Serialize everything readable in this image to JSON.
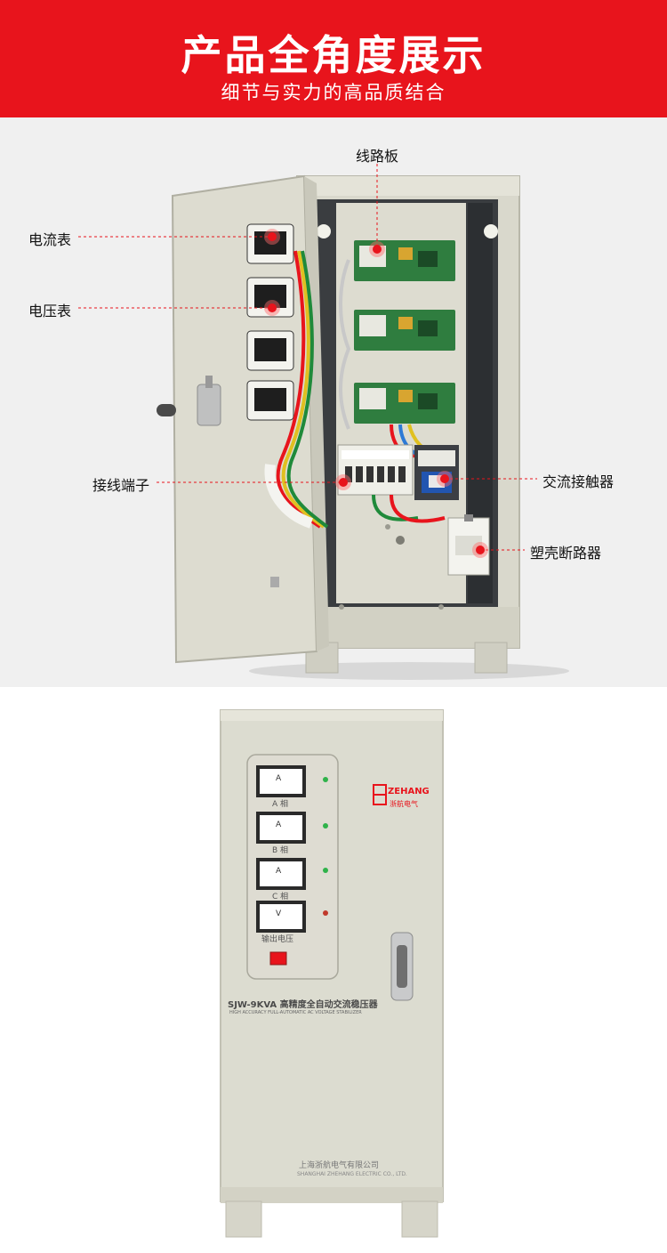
{
  "header": {
    "title": "产品全角度展示",
    "subtitle": "细节与实力的高品质结合"
  },
  "interior": {
    "callouts": {
      "circuit_board": "线路板",
      "ammeter": "电流表",
      "voltmeter": "电压表",
      "terminal_block": "接线端子",
      "ac_contactor": "交流接触器",
      "mccb": "塑壳断路器"
    }
  },
  "front": {
    "logo": {
      "brand_en": "ZEHANG",
      "brand_cn": "浙航电气"
    },
    "meters": [
      {
        "unit": "A",
        "label": "A 相"
      },
      {
        "unit": "A",
        "label": "B 相"
      },
      {
        "unit": "A",
        "label": "C 相"
      },
      {
        "unit": "V",
        "label": "输出电压"
      }
    ],
    "model_line": "SJW-9KVA 高精度全自动交流稳压器",
    "model_line_en": "HIGH ACCURACY FULL-AUTOMATIC AC VOLTAGE STABILIZER",
    "company_cn": "上海浙航电气有限公司",
    "company_en": "SHANGHAI ZHEHANG ELECTRIC CO., LTD.",
    "colors": {
      "cabinet": "#dcdcd0",
      "accent_red": "#e8141c",
      "indicator_green": "#2fb24a"
    }
  }
}
